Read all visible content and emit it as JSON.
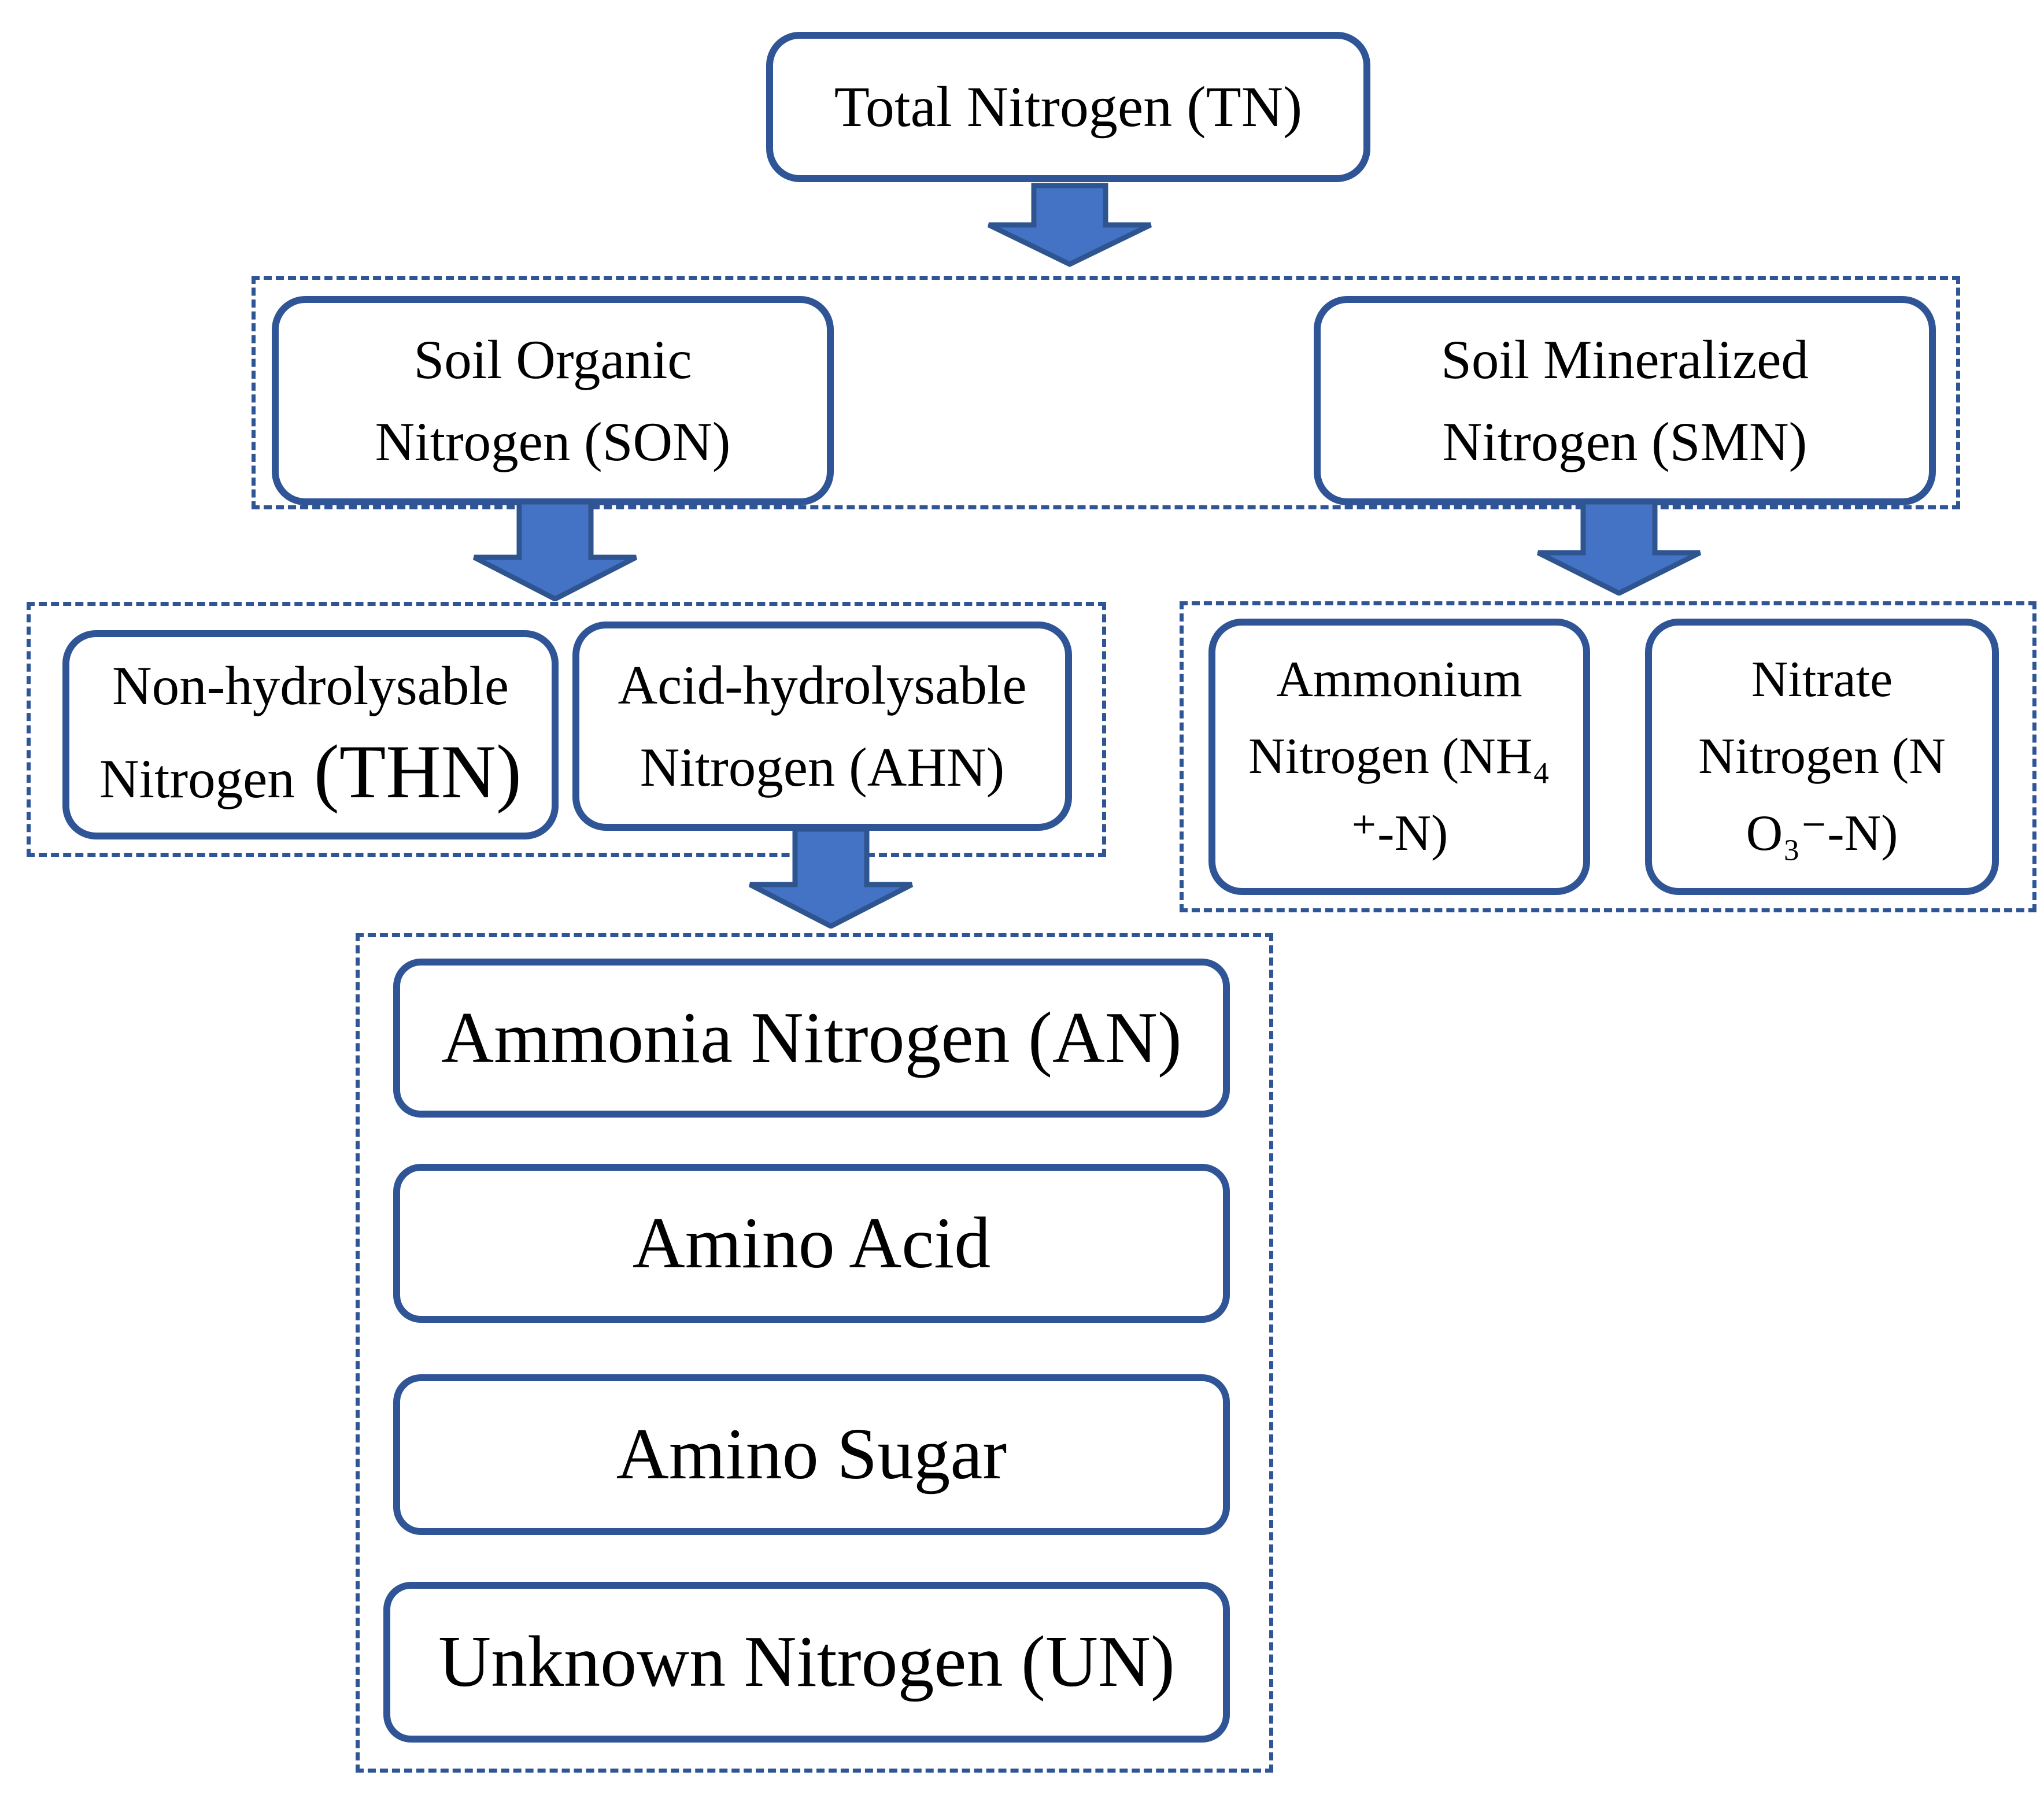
{
  "diagram_title": "Soil nitrogen fractionation flowchart",
  "colors": {
    "border": "#2F5597",
    "arrow_fill": "#4472C4",
    "arrow_stroke": "#2F5590",
    "text": "#000000",
    "background": "#FFFFFF"
  },
  "nodes": {
    "tn": {
      "label": "Total Nitrogen（TN）"
    },
    "son": {
      "line1": "Soil Organic",
      "line2": "Nitrogen（SON）"
    },
    "smn": {
      "line1": "Soil Mineralized",
      "line2": "Nitrogen（SMN）"
    },
    "thn": {
      "line1": "Non-hydrolysable",
      "line2_prefix": "Nitrogen",
      "line2_acronym": "（THN）"
    },
    "ahn": {
      "line1": "Acid-hydrolysable",
      "line2": "Nitrogen（AHN）"
    },
    "nh4": {
      "line1": "Ammonium",
      "line2": "Nitrogen（NH₄",
      "line3": "⁺-N）"
    },
    "no3": {
      "line1": "Nitrate",
      "line2": "Nitrogen（N",
      "line3": "O₃⁻-N）"
    },
    "an": {
      "label": "Ammonia Nitrogen（AN）"
    },
    "amino_acid": {
      "label": "Amino Acid"
    },
    "amino_sugar": {
      "label": "Amino Sugar"
    },
    "un": {
      "label": "Unknown Nitrogen（UN）"
    }
  },
  "icons": {
    "arrows": [
      "down-arrow tn to level1 group",
      "down-arrow son to hydrolysable group",
      "down-arrow smn to mineral group",
      "down-arrow ahn to ahn-components group"
    ]
  }
}
